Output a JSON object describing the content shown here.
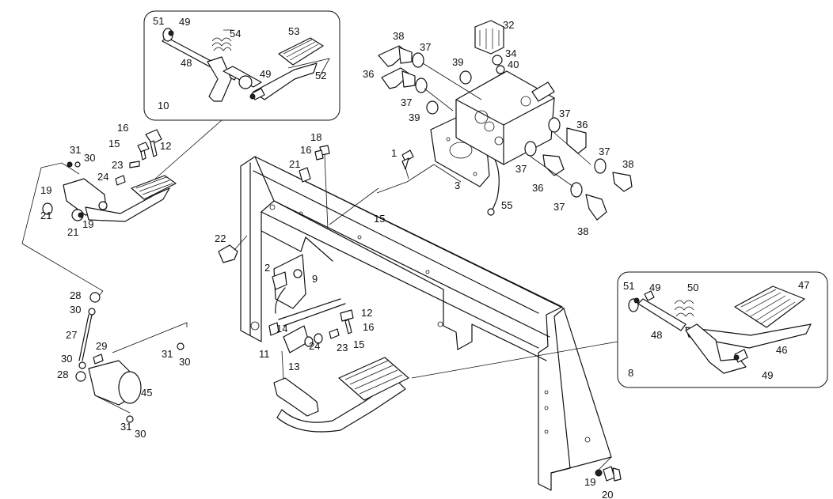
{
  "callouts": [
    {
      "id": "c-51a",
      "text": "51"
    },
    {
      "id": "c-49a",
      "text": "49"
    },
    {
      "id": "c-54",
      "text": "54"
    },
    {
      "id": "c-53",
      "text": "53"
    },
    {
      "id": "c-48a",
      "text": "48"
    },
    {
      "id": "c-49b",
      "text": "49"
    },
    {
      "id": "c-52",
      "text": "52"
    },
    {
      "id": "c-10",
      "text": "10"
    },
    {
      "id": "c-16a",
      "text": "16"
    },
    {
      "id": "c-15a",
      "text": "15"
    },
    {
      "id": "c-12a",
      "text": "12"
    },
    {
      "id": "c-31a",
      "text": "31"
    },
    {
      "id": "c-30a",
      "text": "30"
    },
    {
      "id": "c-23a",
      "text": "23"
    },
    {
      "id": "c-24a",
      "text": "24"
    },
    {
      "id": "c-19a",
      "text": "19"
    },
    {
      "id": "c-21a",
      "text": "21"
    },
    {
      "id": "c-21b",
      "text": "21"
    },
    {
      "id": "c-19b",
      "text": "19"
    },
    {
      "id": "c-18",
      "text": "18"
    },
    {
      "id": "c-16b",
      "text": "16"
    },
    {
      "id": "c-21c",
      "text": "21"
    },
    {
      "id": "c-15b",
      "text": "15"
    },
    {
      "id": "c-1",
      "text": "1"
    },
    {
      "id": "c-3",
      "text": "3"
    },
    {
      "id": "c-55",
      "text": "55"
    },
    {
      "id": "c-22",
      "text": "22"
    },
    {
      "id": "c-2",
      "text": "2"
    },
    {
      "id": "c-9",
      "text": "9"
    },
    {
      "id": "c-28a",
      "text": "28"
    },
    {
      "id": "c-30b",
      "text": "30"
    },
    {
      "id": "c-27",
      "text": "27"
    },
    {
      "id": "c-29",
      "text": "29"
    },
    {
      "id": "c-30c",
      "text": "30"
    },
    {
      "id": "c-28b",
      "text": "28"
    },
    {
      "id": "c-31b",
      "text": "31"
    },
    {
      "id": "c-30d",
      "text": "30"
    },
    {
      "id": "c-45",
      "text": "45"
    },
    {
      "id": "c-31c",
      "text": "31"
    },
    {
      "id": "c-30e",
      "text": "30"
    },
    {
      "id": "c-14",
      "text": "14"
    },
    {
      "id": "c-11",
      "text": "11"
    },
    {
      "id": "c-13",
      "text": "13"
    },
    {
      "id": "c-12b",
      "text": "12"
    },
    {
      "id": "c-16c",
      "text": "16"
    },
    {
      "id": "c-24b",
      "text": "24"
    },
    {
      "id": "c-23b",
      "text": "23"
    },
    {
      "id": "c-15c",
      "text": "15"
    },
    {
      "id": "c-38a",
      "text": "38"
    },
    {
      "id": "c-37a",
      "text": "37"
    },
    {
      "id": "c-32",
      "text": "32"
    },
    {
      "id": "c-36a",
      "text": "36"
    },
    {
      "id": "c-39a",
      "text": "39"
    },
    {
      "id": "c-34",
      "text": "34"
    },
    {
      "id": "c-40",
      "text": "40"
    },
    {
      "id": "c-37b",
      "text": "37"
    },
    {
      "id": "c-39b",
      "text": "39"
    },
    {
      "id": "c-37c",
      "text": "37"
    },
    {
      "id": "c-36b",
      "text": "36"
    },
    {
      "id": "c-37d",
      "text": "37"
    },
    {
      "id": "c-38b",
      "text": "38"
    },
    {
      "id": "c-37e",
      "text": "37"
    },
    {
      "id": "c-36c",
      "text": "36"
    },
    {
      "id": "c-37f",
      "text": "37"
    },
    {
      "id": "c-38c",
      "text": "38"
    },
    {
      "id": "c-51b",
      "text": "51"
    },
    {
      "id": "c-49c",
      "text": "49"
    },
    {
      "id": "c-50",
      "text": "50"
    },
    {
      "id": "c-47",
      "text": "47"
    },
    {
      "id": "c-48b",
      "text": "48"
    },
    {
      "id": "c-46",
      "text": "46"
    },
    {
      "id": "c-8",
      "text": "8"
    },
    {
      "id": "c-49d",
      "text": "49"
    },
    {
      "id": "c-19c",
      "text": "19"
    },
    {
      "id": "c-20",
      "text": "20"
    }
  ]
}
